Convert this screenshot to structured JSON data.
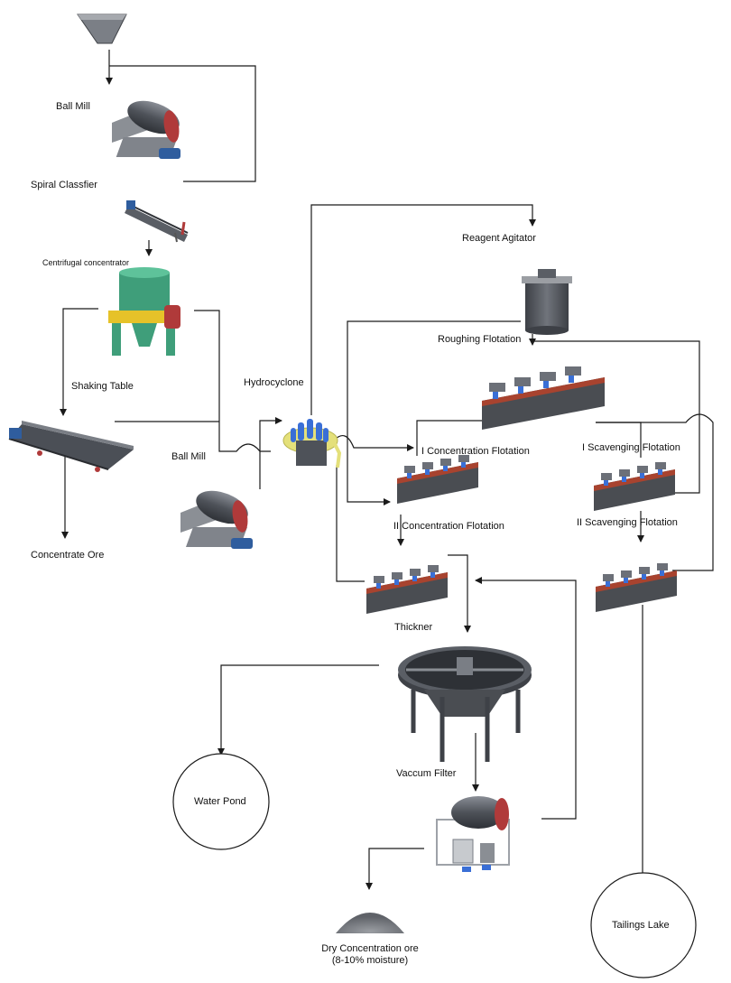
{
  "labels": {
    "ball_mill_1": "Ball Mill",
    "spiral_classifier": "Spiral Classfier",
    "centrifugal_concentrator": "Centrifugal concentrator",
    "shaking_table": "Shaking Table",
    "concentrate_ore": "Concentrate Ore",
    "ball_mill_2": "Ball Mill",
    "hydrocyclone": "Hydrocyclone",
    "reagent_agitator": "Reagent Agitator",
    "roughing_flotation": "Roughing Flotation",
    "i_concentration_flotation": "I Concentration Flotation",
    "i_scavenging_flotation": "I Scavenging Flotation",
    "ii_concentration_flotation": "II Concentration Flotation",
    "ii_scavenging_flotation": "II Scavenging Flotation",
    "thickner": "Thickner",
    "vaccum_filter": "Vaccum Filter",
    "water_pond": "Water Pond",
    "tailings_lake": "Tailings Lake",
    "dry_concentration_ore_line1": "Dry Concentration ore",
    "dry_concentration_ore_line2": "(8-10% moisture)"
  },
  "colors": {
    "line": "#1a1a1a",
    "machine_dark": "#4a4d52",
    "machine_mid": "#6c7078",
    "flotation_red": "#a8432f",
    "mill_red": "#b03a3a",
    "motor_blue": "#2f5d9e",
    "concentrator_green": "#3f9e7a",
    "concentrator_yellow": "#e6c229",
    "cyclone_blue": "#3a6fd6",
    "cyclone_yellow": "#e4e07a",
    "cone_gray": "#777a80"
  },
  "icons": {
    "hopper": "feed-hopper-icon",
    "ball_mill": "ball-mill-icon",
    "spiral_classifier": "spiral-classifier-icon",
    "centrifugal_concentrator": "centrifugal-concentrator-icon",
    "shaking_table": "shaking-table-icon",
    "hydrocyclone": "hydrocyclone-icon",
    "agitator": "agitator-tank-icon",
    "flotation_cell": "flotation-cell-icon",
    "thickener": "thickener-icon",
    "vacuum_filter": "vacuum-filter-icon",
    "ore_pile": "ore-pile-icon"
  }
}
